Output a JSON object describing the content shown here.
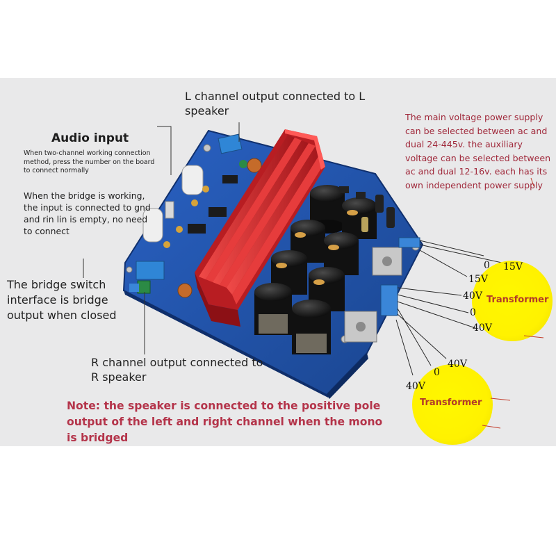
{
  "labels": {
    "audio_input_title": "Audio input",
    "audio_input_body": "When two-channel working connection method, press the number on the board to connect normally",
    "audio_input_bridge": "When the bridge is working, the input is connected to gnd and rin lin is empty, no need to connect",
    "l_channel": "L channel output connected to L speaker",
    "bridge_switch": "The bridge switch interface is bridge output when closed",
    "r_channel": "R channel output connected to R speaker",
    "power_note": "The main voltage power supply can be selected between ac and dual 24-445v. the auxiliary voltage can be selected between ac and dual 12-16v. each has its own independent power supply",
    "note": "Note: the speaker is connected to the positive pole output of the left and right channel when the mono is bridged"
  },
  "transformer_top": {
    "name": "Transformer",
    "v1": "0",
    "v2": "15V",
    "v3": "15V",
    "v4": "40V",
    "v5": "0",
    "v6": "40V"
  },
  "transformer_bottom": {
    "name": "Transformer",
    "v1": "0",
    "v2": "40V",
    "v3": "40V"
  },
  "colors": {
    "board": "#1d4ea6",
    "heatsink": "#d8262b",
    "capacitor": "#1a1a1a",
    "transformer": "#fff000",
    "note_text": "#b4344a",
    "power_text": "#a0293b"
  }
}
